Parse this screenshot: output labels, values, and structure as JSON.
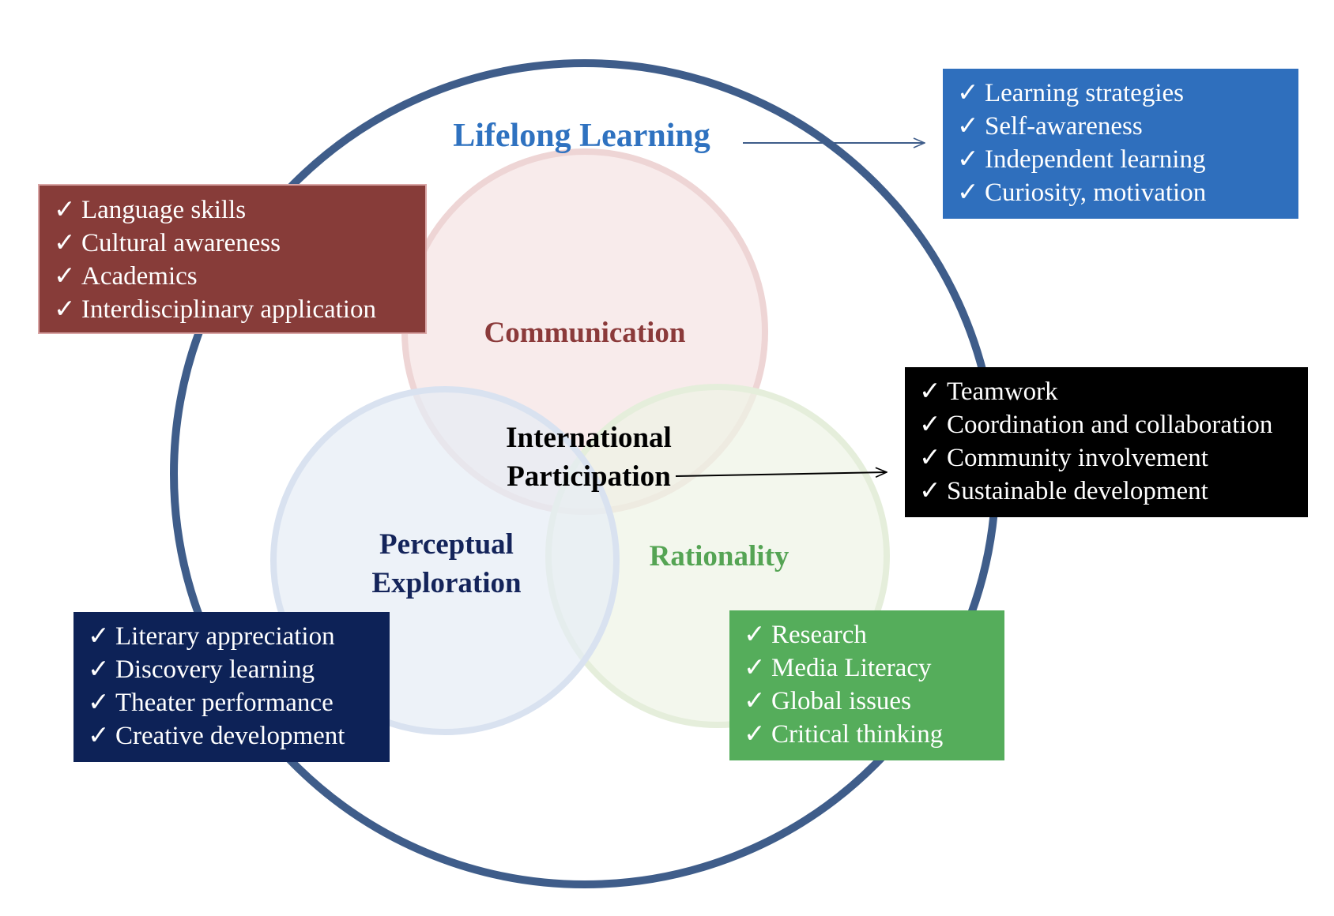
{
  "outer_title": "Lifelong Learning",
  "center_label": [
    "International",
    "Participation"
  ],
  "circles": {
    "communication": "Communication",
    "perceptual": [
      "Perceptual",
      "Exploration"
    ],
    "rationality": "Rationality"
  },
  "check_glyph": "✓",
  "boxes": {
    "lifelong": {
      "items": [
        "Learning strategies",
        "Self-awareness",
        "Independent learning",
        "Curiosity, motivation"
      ]
    },
    "communication": {
      "items": [
        "Language skills",
        "Cultural awareness",
        "Academics",
        "Interdisciplinary application"
      ]
    },
    "participation": {
      "items": [
        "Teamwork",
        "Coordination and collaboration",
        "Community involvement",
        "Sustainable development"
      ]
    },
    "perceptual": {
      "items": [
        "Literary appreciation",
        "Discovery learning",
        "Theater performance",
        "Creative development"
      ]
    },
    "rationality": {
      "items": [
        "Research",
        "Media Literacy",
        "Global issues",
        "Critical thinking"
      ]
    }
  },
  "colors": {
    "outer_ring": "#3f5d8a",
    "lifelong_title": "#2f72c0",
    "lifelong_box": "#2f6fbd",
    "communication_text": "#8b3a3a",
    "communication_box": "#873c39",
    "communication_circle_fill": "#f5e3e3",
    "communication_circle_stroke": "#eed5d5",
    "perceptual_text": "#14245a",
    "perceptual_box": "#0d2257",
    "perceptual_circle_fill": "#e6ecf5",
    "perceptual_circle_stroke": "#d9e2f0",
    "rationality_text": "#55a454",
    "rationality_box": "#55ad5b",
    "rationality_circle_fill": "#eef3e6",
    "rationality_circle_stroke": "#e5eedb",
    "participation_box": "#000000",
    "center_text": "#000000"
  }
}
